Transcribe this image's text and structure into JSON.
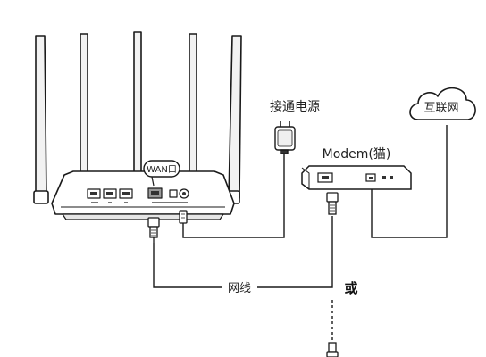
{
  "labels": {
    "wan_port": "WAN口",
    "power": "接通电源",
    "modem": "Modem(猫)",
    "internet": "互联网",
    "cable": "网线",
    "or": "或"
  },
  "colors": {
    "line": "#1a1a1a",
    "device_fill": "#ffffff",
    "port_dark": "#333333",
    "port_gray": "#9a9a9a"
  },
  "icons": [
    "router",
    "power-adapter",
    "modem",
    "cloud",
    "ethernet-plug"
  ]
}
